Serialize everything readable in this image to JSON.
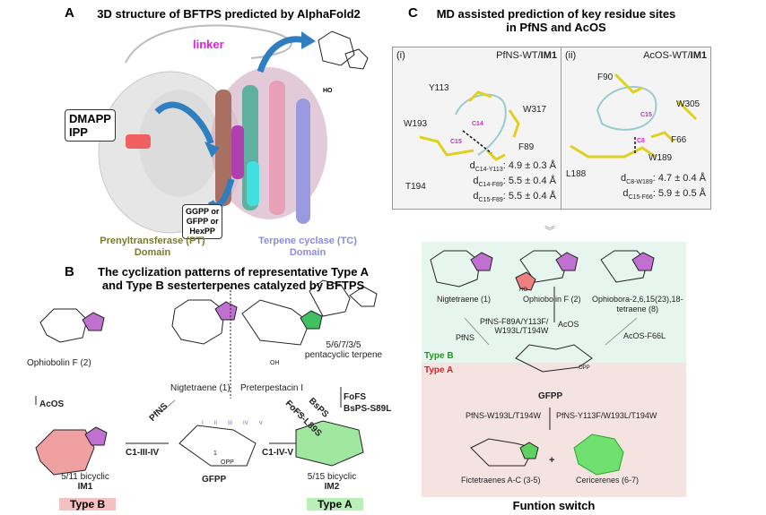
{
  "panelA": {
    "label": "A",
    "title": "3D structure of BFTPS predicted by AlphaFold2",
    "linker": "linker",
    "substrates": [
      "DMAPP",
      "IPP"
    ],
    "products_box": [
      "GGPP or",
      "GFPP or",
      "HexPP"
    ],
    "pt_domain": [
      "Prenyltransferase (PT)",
      "Domain"
    ],
    "tc_domain": [
      "Terpene cyclase (TC)",
      "Domain"
    ],
    "ho": "HO",
    "colors": {
      "pt": "#7a7a2a",
      "tc": "#8c8ce0",
      "linker": "#e020e0",
      "arrow": "#2f7fc0"
    }
  },
  "panelB": {
    "label": "B",
    "title": [
      "The cyclization patterns of representative Type A",
      "and Type B sesterterpenes catalyzed by BFTPS"
    ],
    "compounds": {
      "ophiobolin": "Ophiobolin F (2)",
      "nigtetraene": "Nigtetraene (1)",
      "preterpestacin": "Preterpestacin I",
      "pentacyclic": [
        "5/6/7/3/5",
        "pentacyclic terpene"
      ],
      "im1": [
        "5/11 bicyclic",
        "IM1"
      ],
      "gfpp": "GFPP",
      "im2": [
        "5/15 bicyclic",
        "IM2"
      ]
    },
    "enzymes": {
      "acos": "AcOS",
      "pfns": "PfNS",
      "bsps": "BsPS",
      "fofs_l89s": "FoFS-L89S",
      "fofs": "FoFS",
      "bsps_s89l": "BsPS-S89L"
    },
    "routes": {
      "left": "C1-III-IV",
      "right": "C1-IV-V"
    },
    "types": {
      "b": "Type B",
      "a": "Type A"
    },
    "oh": "OH",
    "opp": "OPP",
    "roman": [
      "I",
      "II",
      "III",
      "IV",
      "V"
    ],
    "one": "1"
  },
  "panelC": {
    "label": "C",
    "title": [
      "MD assisted prediction of key residue sites",
      "in PfNS and AcOS"
    ],
    "box_i": {
      "tag": "(i)",
      "name": "PfNS-WT/",
      "bold": "IM1",
      "residues": [
        "Y113",
        "W317",
        "W193",
        "F89",
        "T194"
      ],
      "atoms": [
        "C14",
        "C15"
      ],
      "distances": [
        {
          "sub": "C14-Y113",
          "value": "4.9 ± 0.3 Å"
        },
        {
          "sub": "C14-F89",
          "value": "5.5 ± 0.4 Å"
        },
        {
          "sub": "C15-F89",
          "value": "5.5 ± 0.4 Å"
        }
      ]
    },
    "box_ii": {
      "tag": "(ii)",
      "name": "AcOS-WT/",
      "bold": "IM1",
      "residues": [
        "F90",
        "W305",
        "F66",
        "L188",
        "W189"
      ],
      "atoms": [
        "C15",
        "C8"
      ],
      "distances": [
        {
          "sub": "C8-W189",
          "value": "4.7 ± 0.4 Å"
        },
        {
          "sub": "C15-F66",
          "value": "5.9 ± 0.5 Å"
        }
      ]
    },
    "switch": {
      "nigtetraene": "Nigtetraene (1)",
      "ophiobolin": "Ophiobolin F (2)",
      "ophiobora": [
        "Ophiobora-2,6,15(23),18-",
        "tetraene (8)"
      ],
      "pfns": "PfNS",
      "pfns_mut": [
        "PfNS-F89A/Y113F/",
        "W193L/T194W"
      ],
      "acos": "AcOS",
      "acos_f66l": "AcOS-F66L",
      "type_b": "Type B",
      "type_a": "Type A",
      "gfpp": "GFPP",
      "opp": "OPP",
      "ho": "HO",
      "mut_left": "PfNS-W193L/T194W",
      "mut_right": "PfNS-Y113F/W193L/T194W",
      "fictetraenes": "Fictetraenes A-C (3-5)",
      "plus": "+",
      "cericerenes": "Cericerenes (6-7)",
      "caption": "Funtion switch"
    },
    "colors": {
      "type_b_bg": "#e6f5ee",
      "type_a_bg": "#f5e3e1",
      "type_b": "#1a9a1a",
      "type_a": "#e02020",
      "atom": "#e020e0",
      "residue": "#e8d820"
    }
  }
}
